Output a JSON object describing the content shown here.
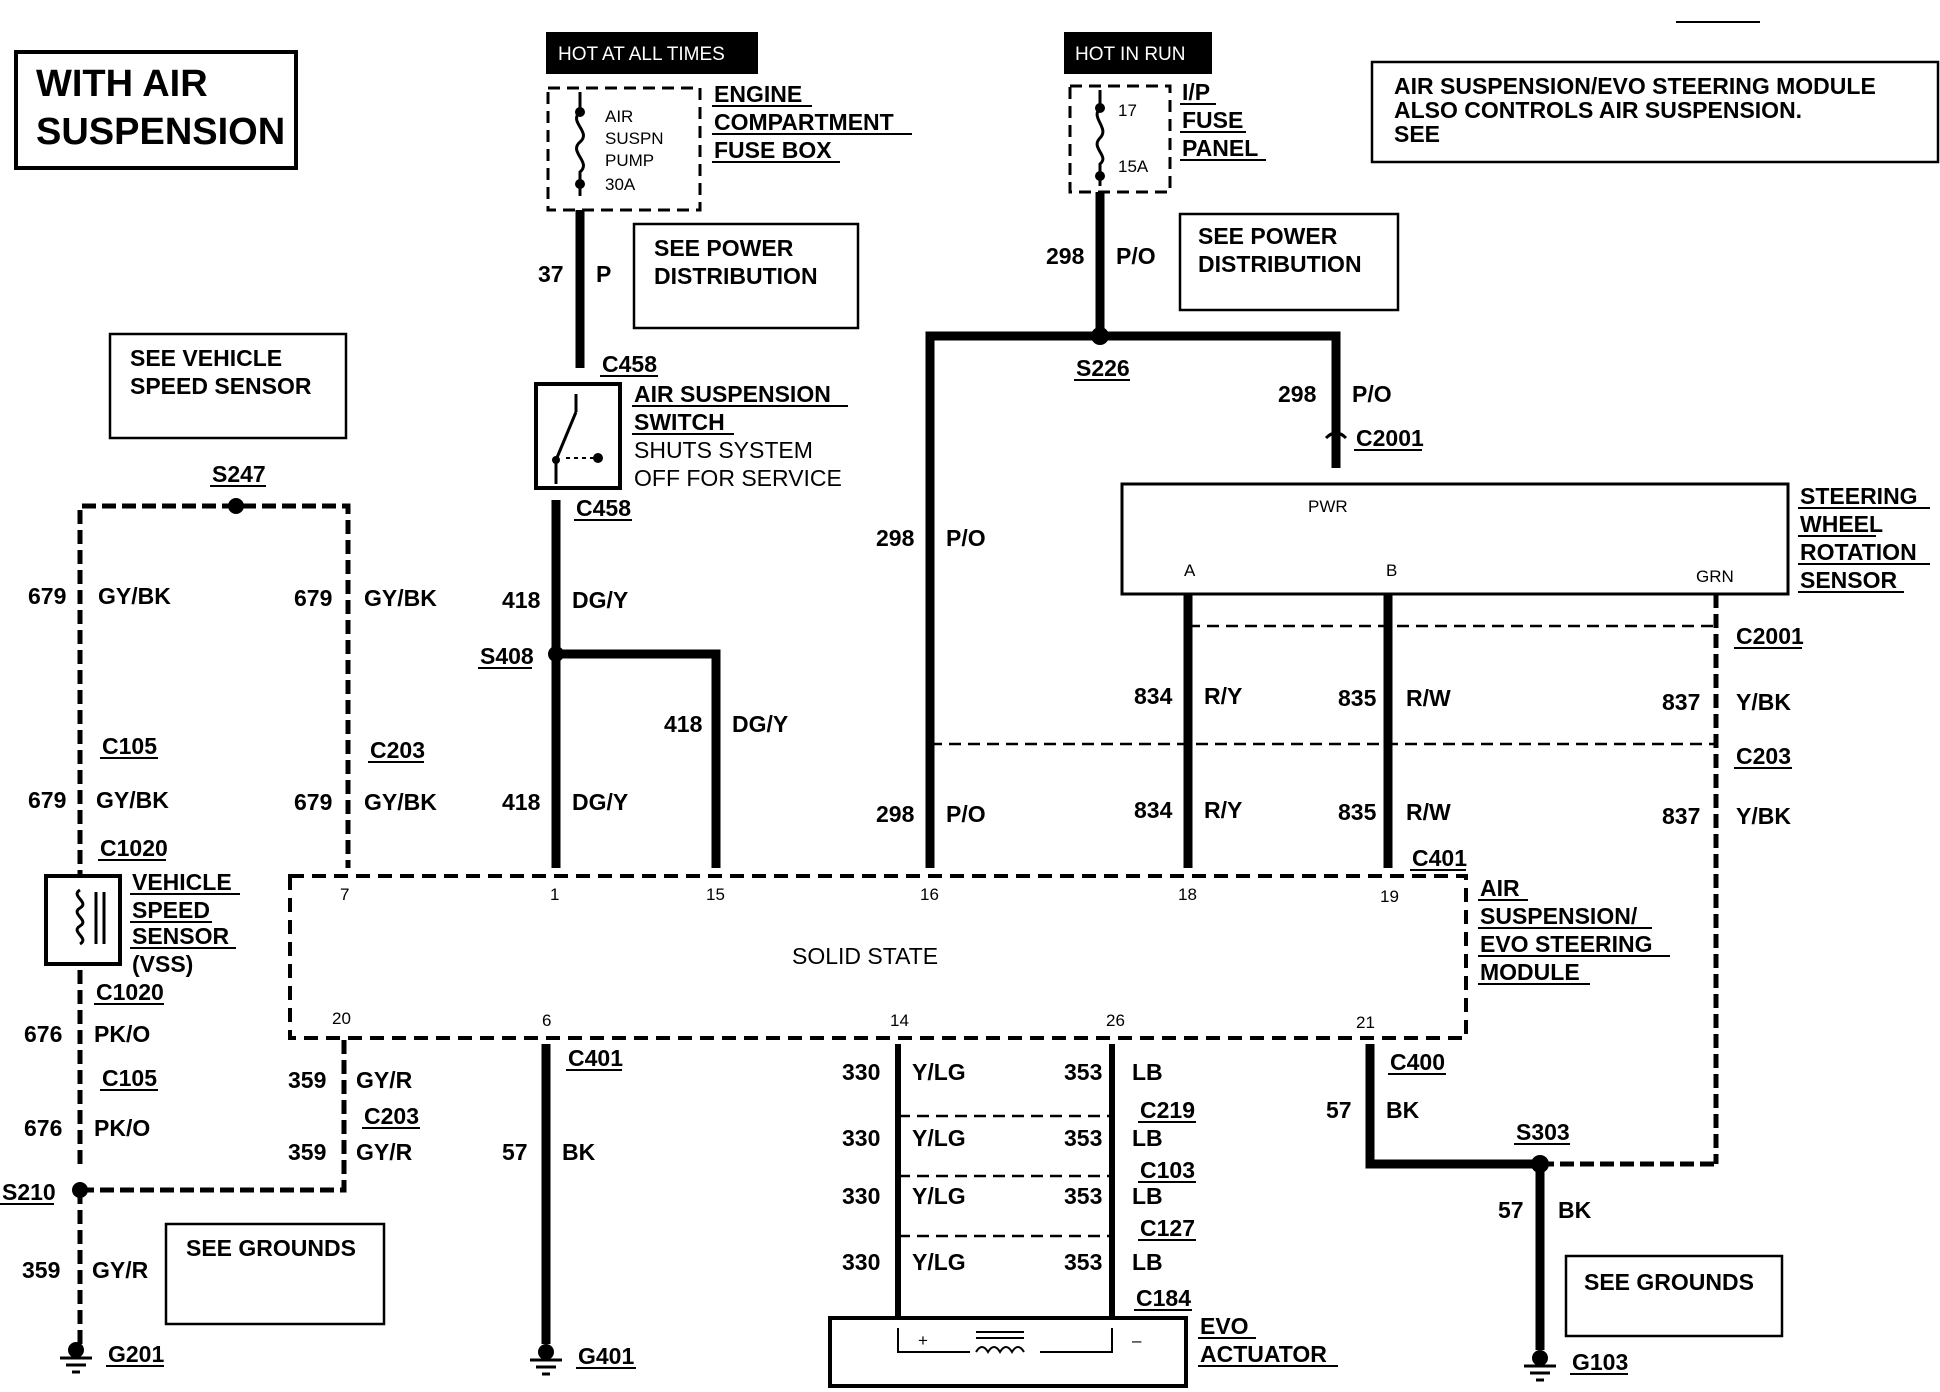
{
  "title": "WITH AIR\nSUSPENSION",
  "title_lines": [
    "WITH AIR",
    "SUSPENSION"
  ],
  "power_labels": {
    "hot_at_all_times": "HOT AT ALL TIMES",
    "hot_in_run": "HOT IN RUN"
  },
  "fuses": {
    "engine": {
      "lines": [
        "AIR",
        "SUSPN",
        "PUMP",
        "30A"
      ],
      "box_lines": [
        "ENGINE",
        "COMPARTMENT",
        "FUSE BOX"
      ]
    },
    "ip": {
      "lines": [
        "17",
        "15A"
      ],
      "box_lines": [
        "I/P",
        "FUSE",
        "PANEL"
      ]
    }
  },
  "notes": {
    "module_note": [
      "AIR SUSPENSION/EVO STEERING MODULE",
      "ALSO CONTROLS AIR SUSPENSION.",
      "SEE"
    ],
    "power_dist_1": [
      "SEE POWER",
      "DISTRIBUTION"
    ],
    "power_dist_2": [
      "SEE POWER",
      "DISTRIBUTION"
    ],
    "vss_ref": [
      "SEE VEHICLE",
      "SPEED SENSOR"
    ],
    "grounds_1": "SEE GROUNDS",
    "grounds_2": "SEE GROUNDS"
  },
  "components": {
    "switch": [
      "AIR SUSPENSION",
      "SWITCH"
    ],
    "switch_note": [
      "SHUTS  SYSTEM",
      "OFF FOR SERVICE"
    ],
    "sensor": [
      "STEERING",
      "WHEEL",
      "ROTATION",
      "SENSOR"
    ],
    "sensor_pins": {
      "pwr": "PWR",
      "a": "A",
      "b": "B",
      "grn": "GRN"
    },
    "vss": [
      "VEHICLE",
      "SPEED",
      "SENSOR",
      "(VSS)"
    ],
    "module": [
      "AIR",
      "SUSPENSION/",
      "EVO STEERING",
      "MODULE"
    ],
    "module_body": "SOLID STATE",
    "actuator": [
      "EVO",
      "ACTUATOR"
    ],
    "actuator_pins": {
      "plus": "+",
      "minus": "–"
    }
  },
  "module_pins_top": [
    "7",
    "1",
    "15",
    "16",
    "18",
    "19"
  ],
  "module_pins_bottom": [
    "20",
    "6",
    "14",
    "26",
    "21"
  ],
  "connectors": {
    "c458a": "C458",
    "c458b": "C458",
    "s226": "S226",
    "c2001a": "C2001",
    "c2001b": "C2001",
    "s247": "S247",
    "s408": "S408",
    "c105a": "C105",
    "c203a": "C203",
    "c1020a": "C1020",
    "c203b": "C203",
    "c401a": "C401",
    "c1020b": "C1020",
    "c105b": "C105",
    "c203c": "C203",
    "s210": "S210",
    "c401b": "C401",
    "c219": "C219",
    "c103": "C103",
    "c127": "C127",
    "c184": "C184",
    "c400": "C400",
    "s303": "S303",
    "g201": "G201",
    "g401": "G401",
    "g103": "G103"
  },
  "wires": {
    "w37": {
      "num": "37",
      "color": "P"
    },
    "w298a": {
      "num": "298",
      "color": "P/O"
    },
    "w298b": {
      "num": "298",
      "color": "P/O"
    },
    "w298c": {
      "num": "298",
      "color": "P/O"
    },
    "w298d": {
      "num": "298",
      "color": "P/O"
    },
    "w418a": {
      "num": "418",
      "color": "DG/Y"
    },
    "w418b": {
      "num": "418",
      "color": "DG/Y"
    },
    "w418c": {
      "num": "418",
      "color": "DG/Y"
    },
    "w679a": {
      "num": "679",
      "color": "GY/BK"
    },
    "w679b": {
      "num": "679",
      "color": "GY/BK"
    },
    "w679c": {
      "num": "679",
      "color": "GY/BK"
    },
    "w679d": {
      "num": "679",
      "color": "GY/BK"
    },
    "w834a": {
      "num": "834",
      "color": "R/Y"
    },
    "w834b": {
      "num": "834",
      "color": "R/Y"
    },
    "w835a": {
      "num": "835",
      "color": "R/W"
    },
    "w835b": {
      "num": "835",
      "color": "R/W"
    },
    "w837a": {
      "num": "837",
      "color": "Y/BK"
    },
    "w837b": {
      "num": "837",
      "color": "Y/BK"
    },
    "w676a": {
      "num": "676",
      "color": "PK/O"
    },
    "w676b": {
      "num": "676",
      "color": "PK/O"
    },
    "w359a": {
      "num": "359",
      "color": "GY/R"
    },
    "w359b": {
      "num": "359",
      "color": "GY/R"
    },
    "w359c": {
      "num": "359",
      "color": "GY/R"
    },
    "w57a": {
      "num": "57",
      "color": "BK"
    },
    "w57b": {
      "num": "57",
      "color": "BK"
    },
    "w57c": {
      "num": "57",
      "color": "BK"
    },
    "w330": {
      "num": "330",
      "color": "Y/LG"
    },
    "w353": {
      "num": "353",
      "color": "LB"
    }
  }
}
